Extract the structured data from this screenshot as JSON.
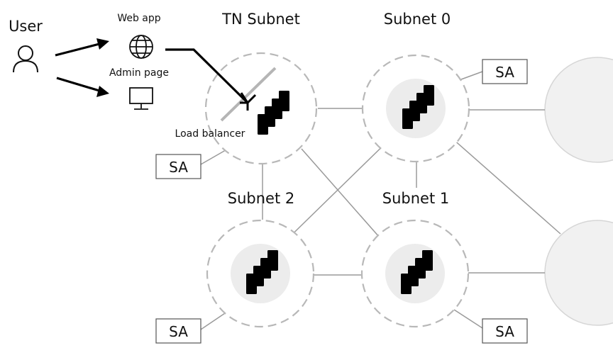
{
  "user": {
    "label": "User"
  },
  "web_app": {
    "label": "Web app"
  },
  "admin_page": {
    "label": "Admin page"
  },
  "load_balancer": {
    "label": "Load balancer"
  },
  "subnets": {
    "tn": {
      "label": "TN Subnet"
    },
    "s0": {
      "label": "Subnet 0"
    },
    "s1": {
      "label": "Subnet 1"
    },
    "s2": {
      "label": "Subnet 2"
    }
  },
  "sa": {
    "tn": "SA",
    "s0": "SA",
    "s1": "SA",
    "s2": "SA"
  },
  "icons": {
    "user": "user-icon",
    "web": "globe-icon",
    "admin": "monitor-icon",
    "server": "server-icon"
  },
  "colors": {
    "ring": "#b8b8b8",
    "core": "#ececec",
    "link": "#9a9a9a",
    "arrow": "#000000"
  }
}
